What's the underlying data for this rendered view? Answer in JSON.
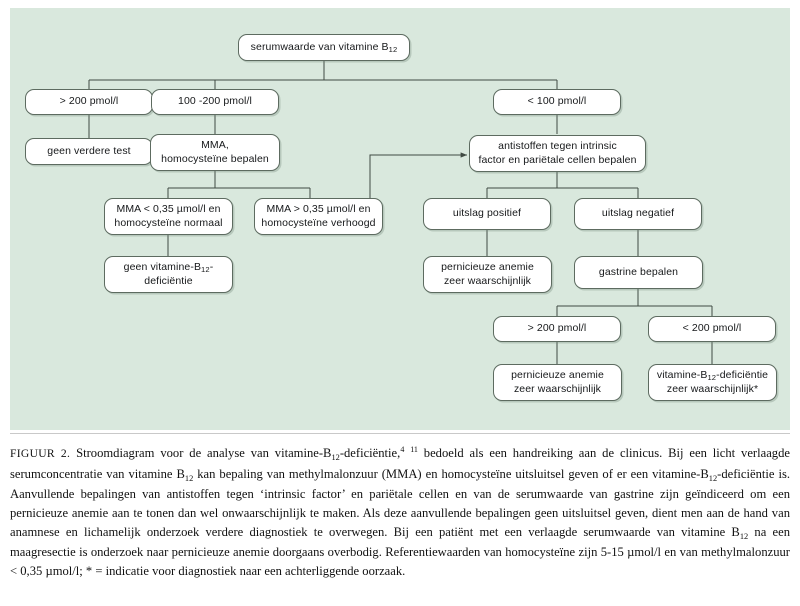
{
  "figure": {
    "background_color": "#d9e8dd",
    "node_border_color": "#5d6b60",
    "node_fill_color": "#ffffff"
  },
  "diagram": {
    "title": "Stroomdiagram voor de analyse van vitamine-B12-deficientie",
    "nodes": {
      "root": {
        "line1": "serumwaarde van vitamine B",
        "sub1": "12"
      },
      "gt200": {
        "line1": "> 200 pmol/l"
      },
      "mid100_200": {
        "line1": "100 -200 pmol/l"
      },
      "lt100": {
        "line1": "< 100 pmol/l"
      },
      "geen_verdere_test": {
        "line1": "geen verdere test"
      },
      "mma_homocysteine_bepalen": {
        "line1": "MMA,",
        "line2": "homocysteïne bepalen"
      },
      "antistoffen": {
        "line1": "antistoffen tegen intrinsic",
        "line2": "factor en pariëtale cellen bepalen"
      },
      "mma_laag": {
        "line1": "MMA < 0,35 µmol/l en",
        "line2": "homocysteïne normaal"
      },
      "mma_hoog": {
        "line1": "MMA > 0,35 µmol/l en",
        "line2": "homocysteïne verhoogd"
      },
      "uitslag_positief": {
        "line1": "uitslag positief"
      },
      "uitslag_negatief": {
        "line1": "uitslag negatief"
      },
      "geen_deficientie": {
        "line1": "geen vitamine-B",
        "sub1": "12",
        "line1b": "-",
        "line2": "deficiëntie"
      },
      "pernicieuze_1": {
        "line1": "pernicieuze anemie",
        "line2": "zeer waarschijnlijk"
      },
      "gastrine_bepalen": {
        "line1": "gastrine bepalen"
      },
      "gastrine_gt200": {
        "line1": "> 200 pmol/l"
      },
      "gastrine_lt200": {
        "line1": "< 200 pmol/l"
      },
      "pernicieuze_2": {
        "line1": "pernicieuze anemie",
        "line2": "zeer waarschijnlijk"
      },
      "vitb12_def": {
        "line1": "vitamine-B",
        "sub1": "12",
        "line1b": "-deficiëntie",
        "line2": "zeer waarschijnlijk*"
      }
    }
  },
  "caption": {
    "lead": "FIGUUR 2.",
    "p1a": " Stroomdiagram voor de analyse van vitamine-B",
    "p1sub": "12",
    "p1b": "-deficiëntie,",
    "sup1": "4",
    "sup2": "11",
    "p1c": " bedoeld als een handreiking aan de clinicus. Bij een licht verlaagde serumconcentratie van vitamine B",
    "p2sub": "12",
    "p2a": " kan bepaling van methylmalonzuur (MMA) en homocysteïne uitsluitsel geven of er een vitamine-B",
    "p3sub": "12",
    "p3a": "-deficiëntie is. Aanvullende bepalingen van antistoffen tegen ‘intrinsic factor’ en pariëtale cellen en van de serumwaarde van gastrine zijn geïndiceerd om een pernicieuze anemie aan te tonen dan wel onwaarschijnlijk te maken. Als deze aanvullende bepalingen geen uitsluitsel geven, dient men aan de hand van anamnese en lichamelijk onderzoek verdere diagnostiek te overwegen. Bij een patiënt met een verlaagde serumwaarde van vitamine B",
    "p4sub": "12",
    "p4a": " na een maagresectie is onderzoek naar pernicieuze anemie doorgaans overbodig. Referentiewaarden van homocysteïne zijn 5-15 µmol/l en van methylmalonzuur < 0,35 µmol/l; * = indicatie voor diagnostiek naar een achterliggende oorzaak."
  }
}
